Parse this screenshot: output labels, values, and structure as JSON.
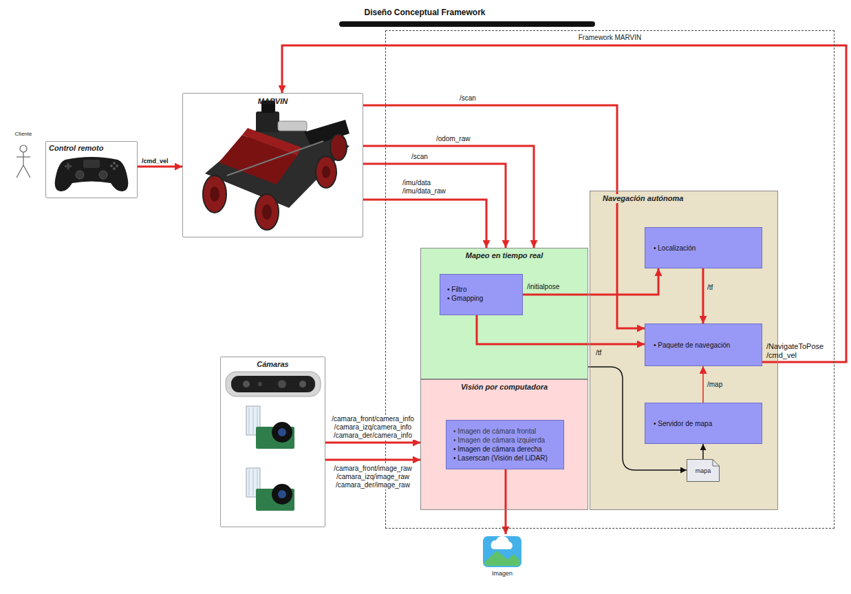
{
  "diagram": {
    "title": "Diseño Conceptual Framework",
    "nodes": [
      {
        "text": [
          "Framework MARVIN"
        ]
      },
      {
        "text": [
          "Control remoto"
        ]
      },
      {
        "text": [
          "MARVIN"
        ]
      },
      {
        "text": [
          "Cámaras"
        ]
      },
      {
        "text": [
          "Mapeo en tiempo real"
        ],
        "in": 0
      },
      {
        "text": [
          "• Filtro",
          "• Gmapping"
        ],
        "in": 4
      },
      {
        "text": [
          "Visión por computadora"
        ],
        "in": 0
      },
      {
        "text": [
          "• Imagen de cámara frontal",
          "• Imagen de cámara izquierda",
          "• Imagen de cámara derecha",
          "• Laserscan (Visión del LiDAR)"
        ],
        "in": 6
      },
      {
        "text": [
          "Navegación autónoma"
        ],
        "in": 0
      },
      {
        "text": [
          "• Localización"
        ],
        "in": 8
      },
      {
        "text": [
          "• Paquete de navegación"
        ],
        "in": 8
      },
      {
        "text": [
          "• Servidor de mapa"
        ],
        "in": 8
      },
      {
        "text": [
          "mapa"
        ],
        "in": 8
      },
      {
        "text": [
          "Imagen"
        ]
      }
    ],
    "edges": [
      {
        "from": 1,
        "to": 2,
        "label": "/cmd_vel",
        "arrow": "to"
      },
      {
        "from": 2,
        "to": 10,
        "label": "/scan",
        "arrow": "to"
      },
      {
        "from": 2,
        "to": 4,
        "label": "/odom_raw",
        "arrow": "to"
      },
      {
        "from": 2,
        "to": 4,
        "label": "/scan",
        "arrow": "to"
      },
      {
        "from": 2,
        "to": 4,
        "label": "/imu/data /imu/data_raw",
        "arrow": "to"
      },
      {
        "from": 5,
        "to": 9,
        "label": "/initialpose",
        "arrow": "to"
      },
      {
        "from": 5,
        "to": 10,
        "arrow": "to"
      },
      {
        "from": 9,
        "to": 10,
        "label": "/tf",
        "arrow": "to"
      },
      {
        "from": 11,
        "to": 10,
        "label": "/map",
        "arrow": "to"
      },
      {
        "from": 4,
        "to": 12,
        "label": "/tf",
        "arrow": "to"
      },
      {
        "from": 12,
        "to": 11,
        "arrow": "to"
      },
      {
        "from": 10,
        "to": 2,
        "label": "/NavigateToPose /cmd_vel",
        "arrow": "to"
      },
      {
        "from": 3,
        "to": 6,
        "label": "/camara_front/camera_info /camara_izq/camera_info /camara_der/camera_info",
        "arrow": "to"
      },
      {
        "from": 3,
        "to": 6,
        "label": "/camara_front/image_raw /camara_izq/image_raw /camara_der/image_raw",
        "arrow": "to"
      },
      {
        "from": 7,
        "to": 13,
        "arrow": "to"
      }
    ],
    "labels": [
      "Cliente"
    ]
  }
}
